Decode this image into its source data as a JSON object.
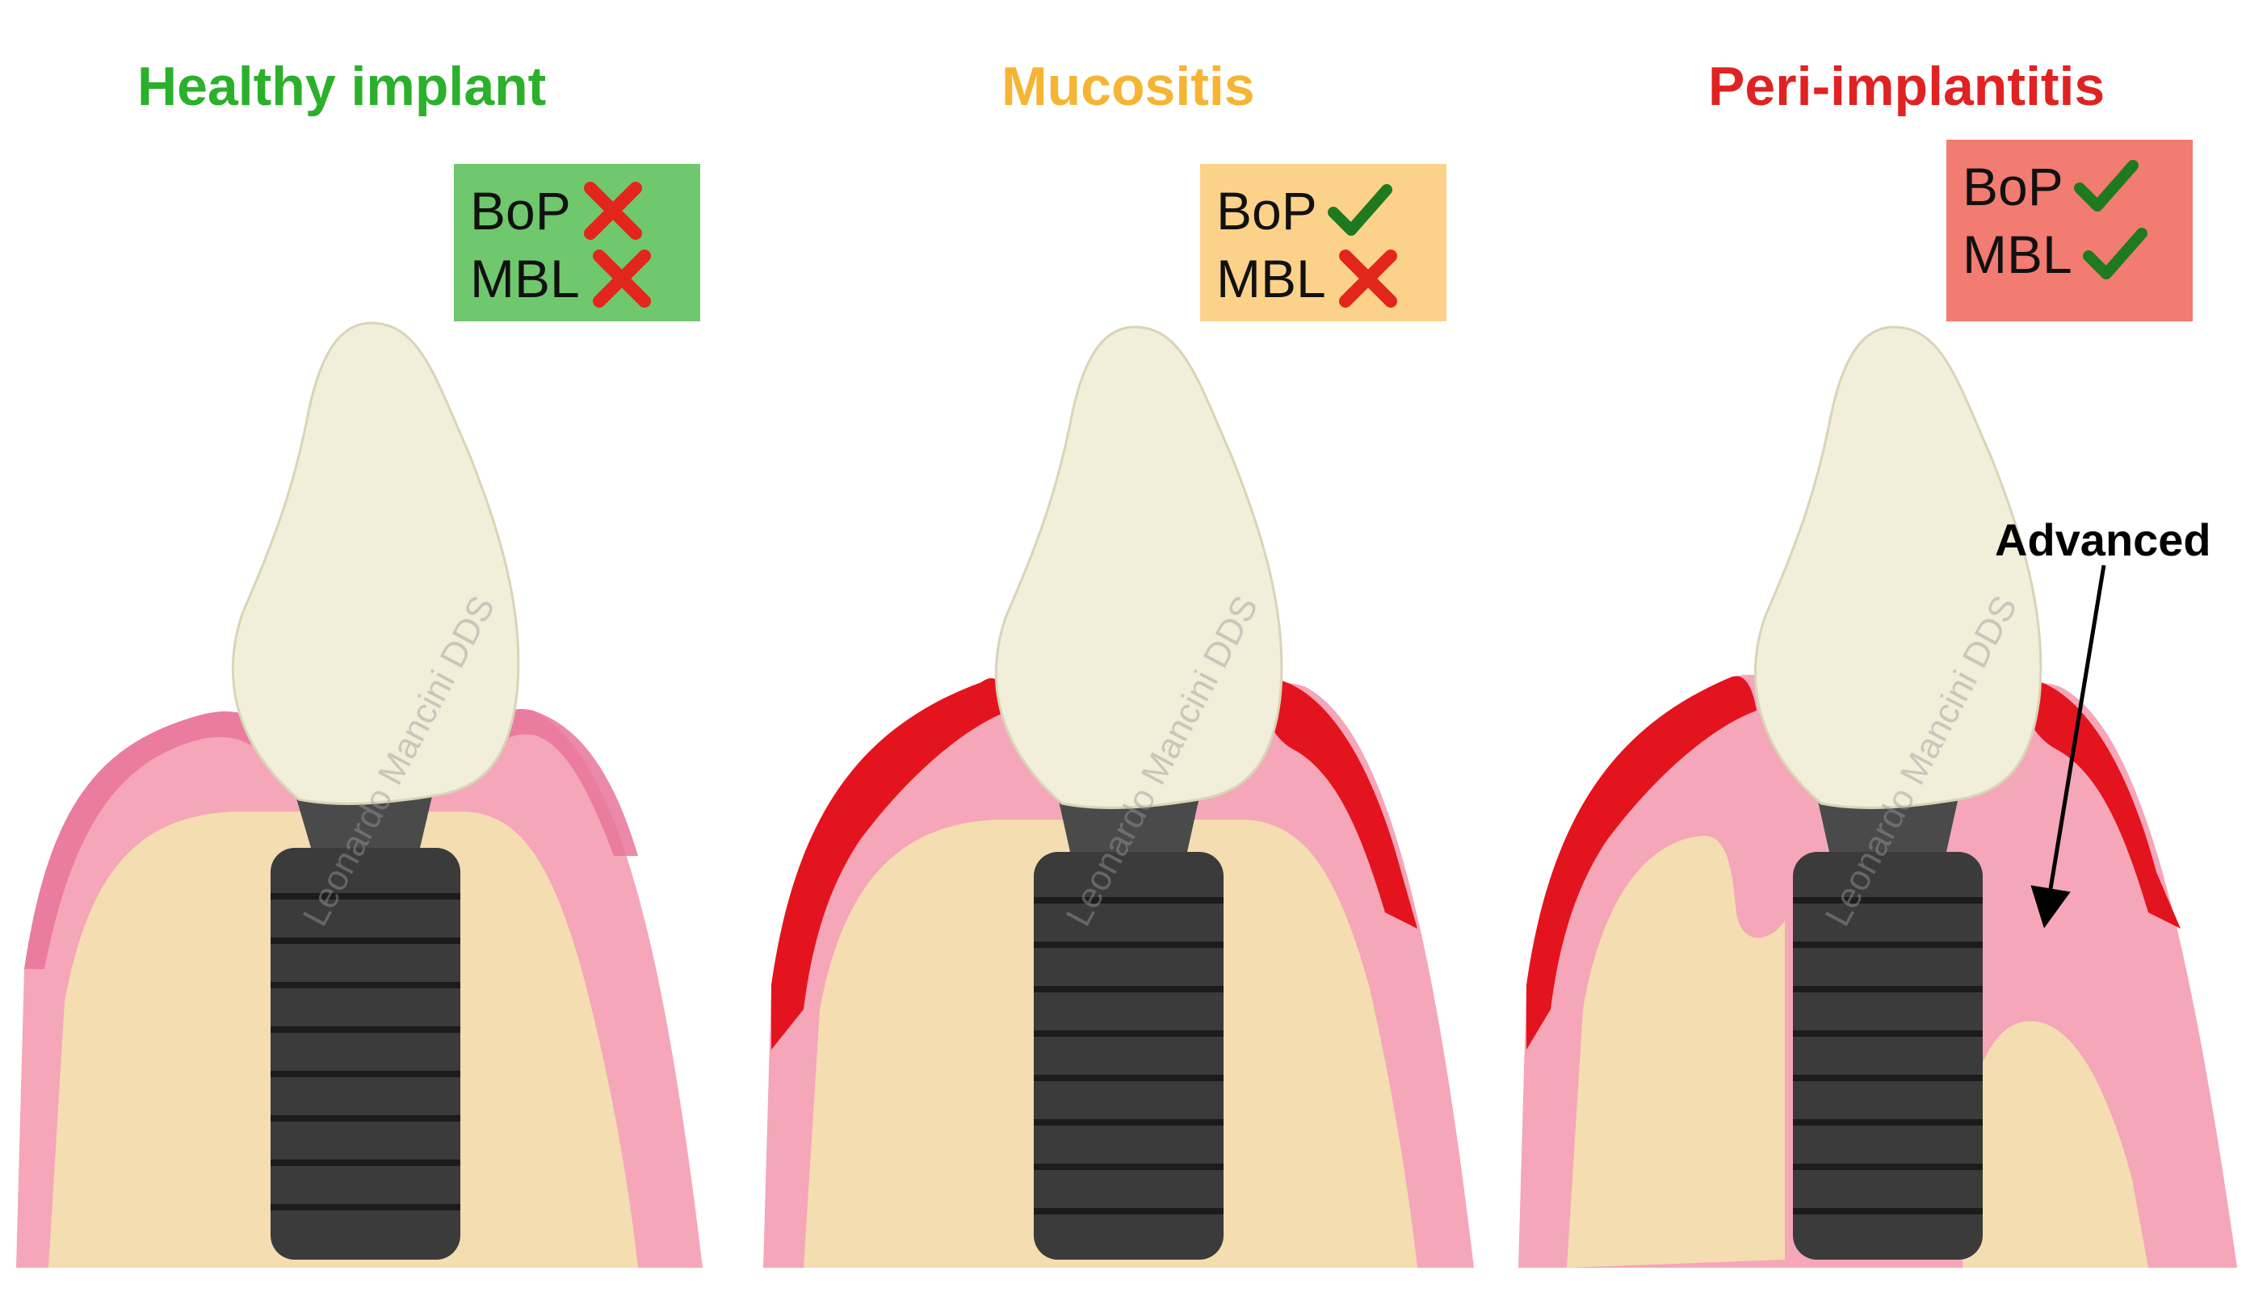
{
  "colors": {
    "healthy": "#2bb02b",
    "mucositis": "#f5b533",
    "periimplantitis": "#e02222",
    "box_healthy": "#6fc86d",
    "box_mucositis": "#fcd28a",
    "box_periimplantitis": "#f27b72",
    "check": "#1f7a1f",
    "cross": "#e3261b",
    "gingiva": "#f5a6b8",
    "gingiva_rim_healthy": "#e8749a",
    "inflammation": "#e3141e",
    "bone": "#f3ddb1",
    "crown": "#f1eed9",
    "implant": "#3b3b3b"
  },
  "panels": [
    {
      "id": "healthy",
      "title": "Healthy implant",
      "title_color": "#2bb02b",
      "box_color": "#6fc86d",
      "criteria": [
        {
          "label": "BoP",
          "status": "cross"
        },
        {
          "label": "MBL",
          "status": "cross"
        }
      ],
      "watermark": "Leonardo Mancini DDS"
    },
    {
      "id": "mucositis",
      "title": "Mucositis",
      "title_color": "#f5b533",
      "box_color": "#fcd28a",
      "criteria": [
        {
          "label": "BoP",
          "status": "check"
        },
        {
          "label": "MBL",
          "status": "cross"
        }
      ],
      "watermark": "Leonardo Mancini DDS"
    },
    {
      "id": "periimplantitis",
      "title": "Peri-implantitis",
      "title_color": "#e02222",
      "box_color": "#f27b72",
      "criteria": [
        {
          "label": "BoP",
          "status": "check"
        },
        {
          "label": "MBL",
          "status": "check"
        }
      ],
      "watermark": "Leonardo Mancini DDS",
      "annotation": "Advanced"
    }
  ]
}
